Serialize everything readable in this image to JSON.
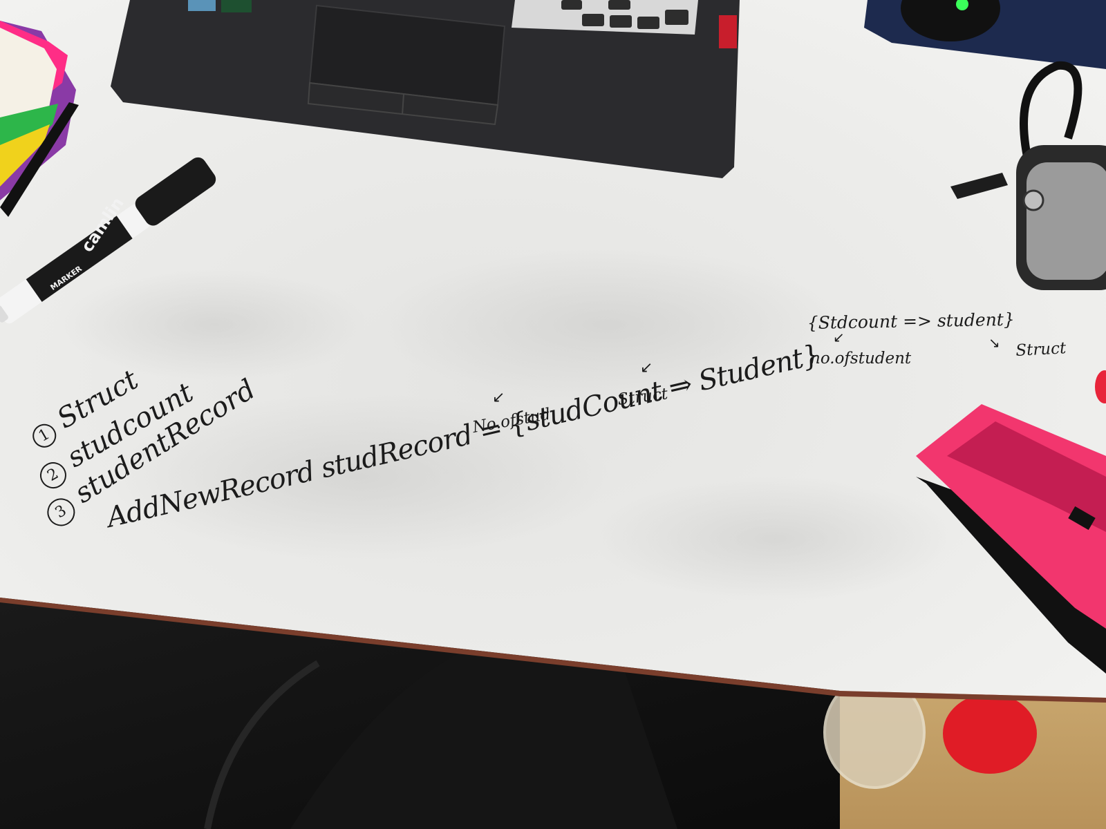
{
  "board_notes": {
    "list": [
      {
        "number": "1",
        "text": "Struct"
      },
      {
        "number": "2",
        "text": "studcount"
      },
      {
        "number": "3",
        "text": "studentRecord"
      }
    ],
    "add_record_line": "AddNewRecord studRecord = {studCount ⇒ Student}",
    "annotation_left": "No.ofstud",
    "annotation_middle": "Struct",
    "right_expression": "{Stdcount => student}",
    "right_note_1": "no.ofstudent",
    "right_note_2": "Struct"
  },
  "marker": {
    "brand": "camlin",
    "label": "MARKER"
  },
  "colors": {
    "board": "#ebebe8",
    "ink": "#1b1b1b",
    "laptop": "#2b2b2e",
    "duster": "#f2366e",
    "shirt": "#111111",
    "floor": "#c9a56a"
  }
}
